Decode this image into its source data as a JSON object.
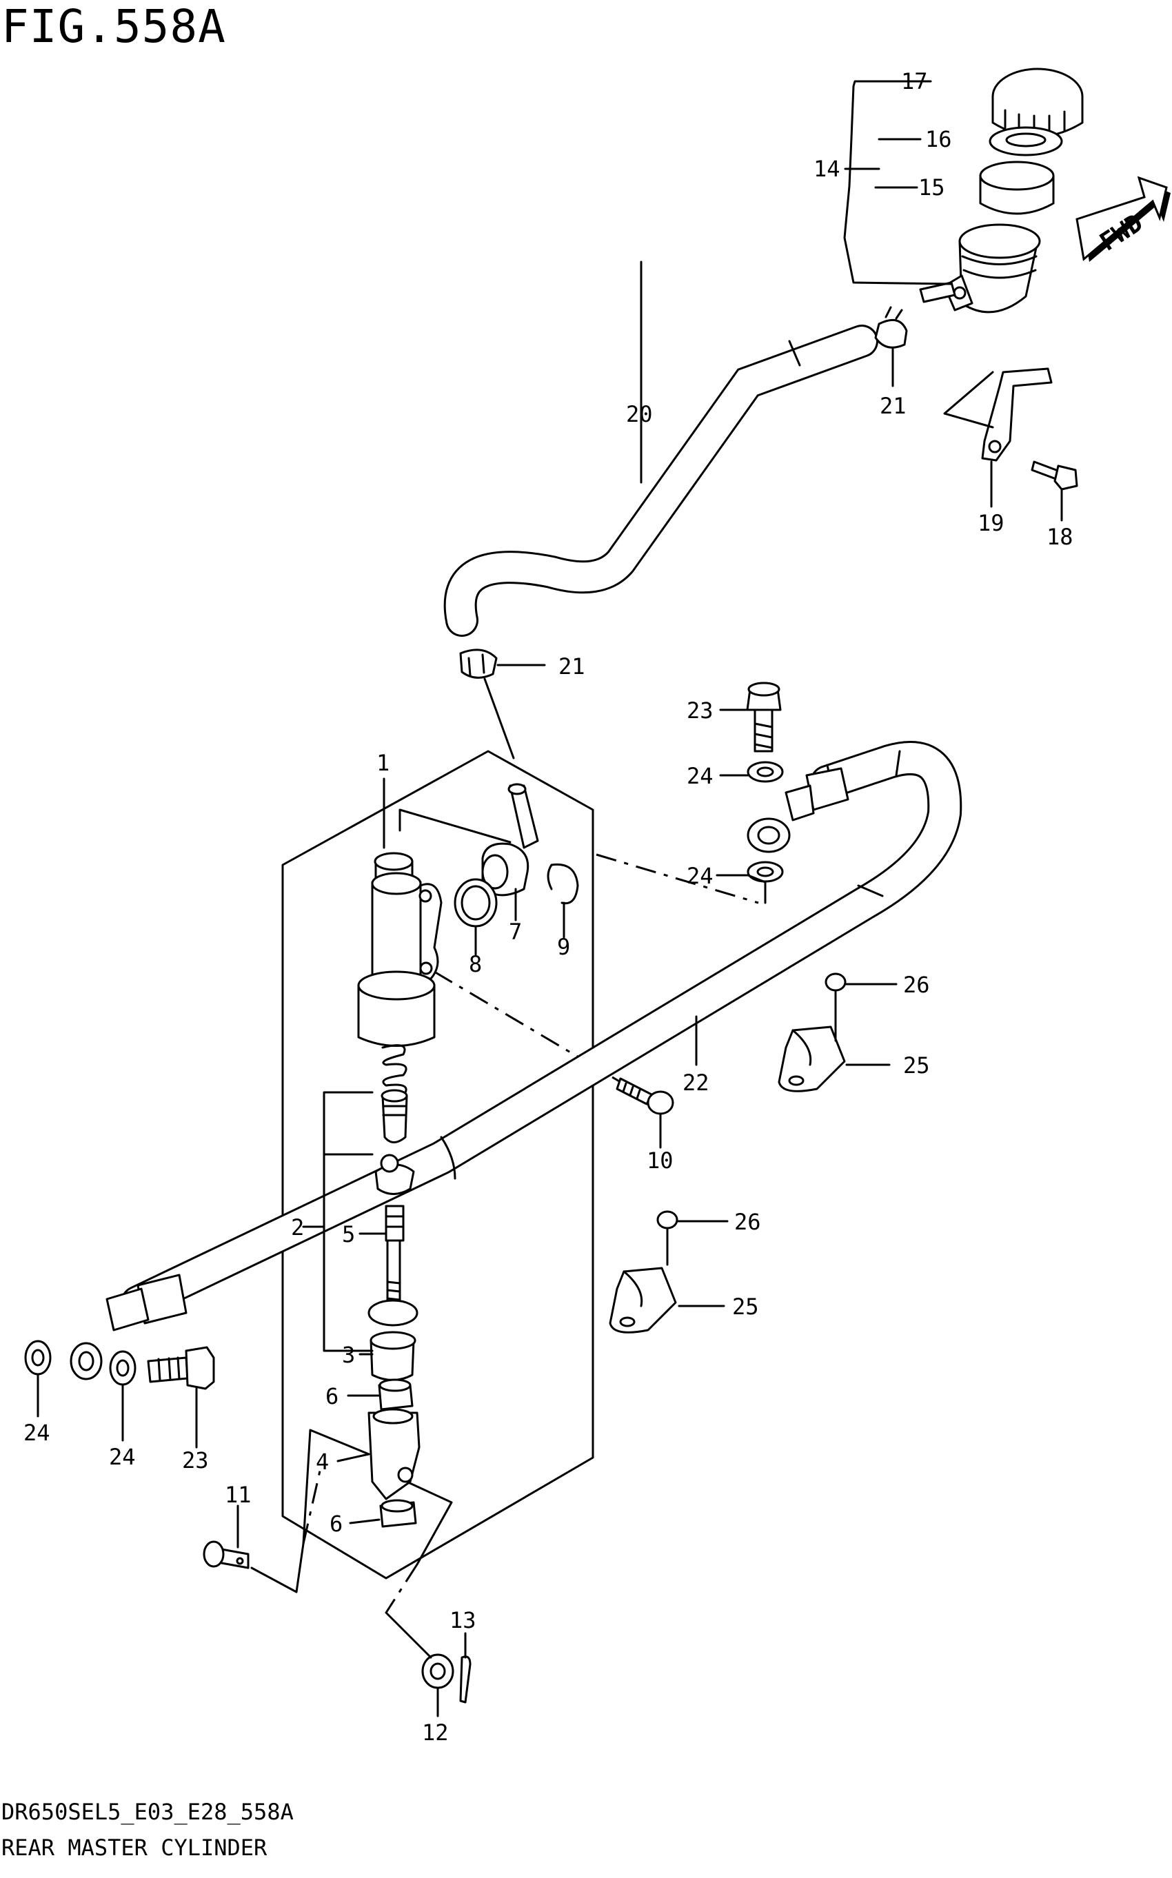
{
  "figure": {
    "title": "FIG.558A",
    "model_code": "DR650SEL5_E03_E28_558A",
    "section_title": "REAR MASTER CYLINDER"
  },
  "direction_arrow": {
    "label": "FWD"
  },
  "part_callouts": {
    "p1": "1",
    "p2": "2",
    "p3": "3",
    "p4": "4",
    "p5": "5",
    "p6a": "6",
    "p6b": "6",
    "p7": "7",
    "p8": "8",
    "p9": "9",
    "p10": "10",
    "p11": "11",
    "p12": "12",
    "p13": "13",
    "p14": "14",
    "p15": "15",
    "p16": "16",
    "p17": "17",
    "p18": "18",
    "p19": "19",
    "p20": "20",
    "p21a": "21",
    "p21b": "21",
    "p22": "22",
    "p23a": "23",
    "p23b": "23",
    "p24a": "24",
    "p24b": "24",
    "p24c": "24",
    "p24d": "24",
    "p25a": "25",
    "p25b": "25",
    "p26a": "26",
    "p26b": "26"
  }
}
